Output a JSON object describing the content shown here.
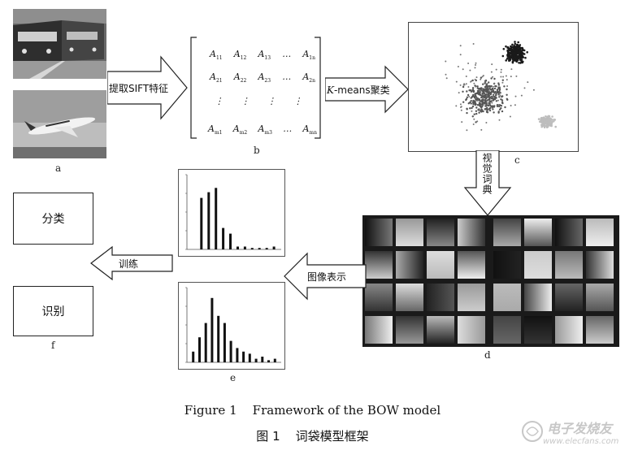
{
  "panels": {
    "a": "a",
    "b": "b",
    "c": "c",
    "d": "d",
    "e": "e",
    "f": "f"
  },
  "arrows": {
    "sift": "提取SIFT特征",
    "kmeans_k": "K",
    "kmeans_rest": "-means聚类",
    "visual_dict": "视觉词典",
    "image_repr": "图像表示",
    "train": "训练"
  },
  "matrix": {
    "row1": [
      "A11",
      "A12",
      "A13",
      "…",
      "A1n"
    ],
    "row2": [
      "A21",
      "A22",
      "A23",
      "…",
      "A2n"
    ],
    "row3": [
      "⋮",
      "⋮",
      "⋮",
      "⋮"
    ],
    "row4": [
      "Am1",
      "Am2",
      "Am3",
      "…",
      "Amn"
    ]
  },
  "boxes": {
    "classify": "分类",
    "recognize": "识别"
  },
  "caption": {
    "english": "Figure 1    Framework of the BOW model",
    "chinese": "图 1    词袋模型框架"
  },
  "watermark": {
    "main": "电子发烧友",
    "url": "www.elecfans.com"
  },
  "histogram_top": {
    "values": [
      0,
      0.72,
      0.8,
      0.86,
      0.3,
      0.22,
      0.04,
      0.04,
      0.02,
      0.02,
      0.02,
      0.04
    ]
  },
  "histogram_bottom": {
    "values": [
      0.15,
      0.35,
      0.55,
      0.9,
      0.65,
      0.55,
      0.3,
      0.2,
      0.15,
      0.12,
      0.05,
      0.08,
      0.03,
      0.05
    ]
  },
  "colors": {
    "line": "#222222",
    "cluster": "#333333",
    "arrow_fill": "#ffffff"
  }
}
